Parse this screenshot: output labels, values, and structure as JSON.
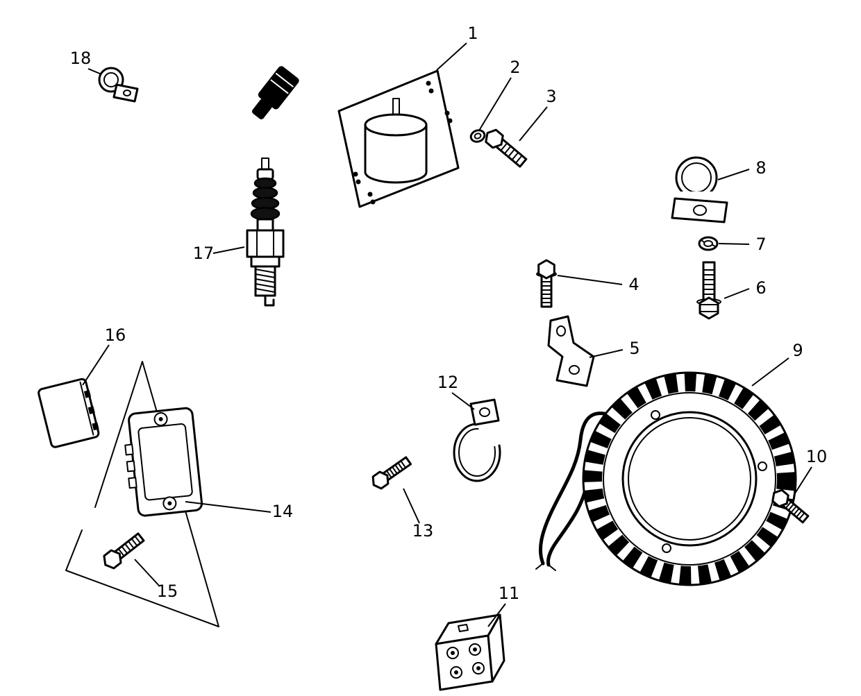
{
  "page": {
    "background": "#ffffff",
    "ink": "#000000"
  },
  "diagram": {
    "callouts": [
      {
        "label": "1"
      },
      {
        "label": "2"
      },
      {
        "label": "3"
      },
      {
        "label": "4"
      },
      {
        "label": "5"
      },
      {
        "label": "6"
      },
      {
        "label": "7"
      },
      {
        "label": "8"
      },
      {
        "label": "9"
      },
      {
        "label": "10"
      },
      {
        "label": "11"
      },
      {
        "label": "12"
      },
      {
        "label": "13"
      },
      {
        "label": "14"
      },
      {
        "label": "15"
      },
      {
        "label": "16"
      },
      {
        "label": "17"
      },
      {
        "label": "18"
      }
    ]
  }
}
